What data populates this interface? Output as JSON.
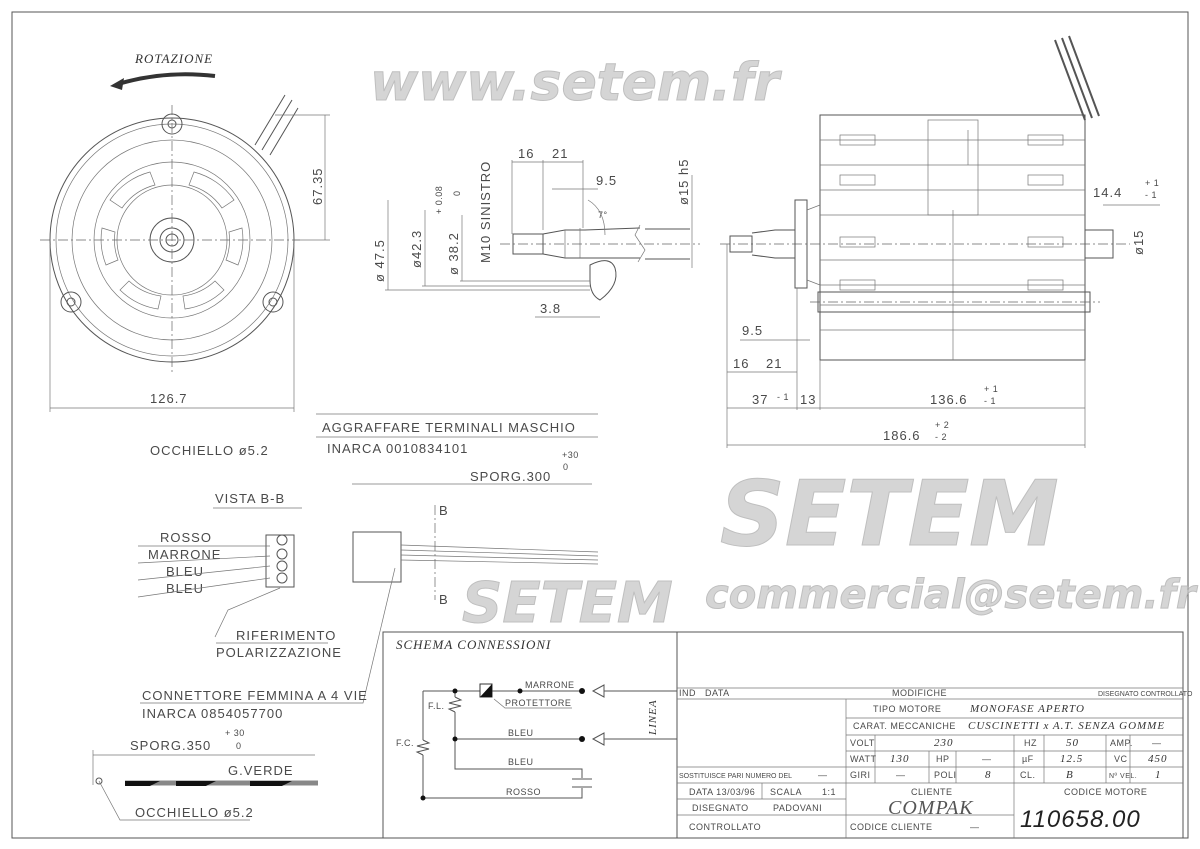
{
  "front_view": {
    "rotation_label": "ROTAZIONE",
    "dim_height": "67.35",
    "dim_width": "126.7",
    "eyelet_label": "OCCHIELLO ø5.2"
  },
  "shaft_detail": {
    "dim_47_5": "ø 47.5",
    "dim_42_3": "ø42.3",
    "dim_38_2": "ø 38.2",
    "tol_38_2_upper": "+ 0.08",
    "tol_38_2_lower": "0",
    "thread": "M10 SINISTRO",
    "dim_16": "16",
    "dim_21": "21",
    "dim_9_5": "9.5",
    "angle": "7°",
    "dim_15h5": "ø15 h5",
    "dim_3_8": "3.8"
  },
  "side_view": {
    "dim_14_4": "14.4",
    "tol_14_4_upper": "+ 1",
    "tol_14_4_lower": "- 1",
    "dim_15": "ø15",
    "dim_9_5": "9.5",
    "dim_16": "16",
    "dim_21": "21",
    "dim_37": "37",
    "tol_37": "- 1",
    "dim_13": "13",
    "dim_136_6": "136.6",
    "tol_136_6_upper": "+ 1",
    "tol_136_6_lower": "- 1",
    "dim_186_6": "186.6",
    "tol_186_6_upper": "+ 2",
    "tol_186_6_lower": "- 2"
  },
  "wiring": {
    "crimp_note": "AGGRAFFARE TERMINALI MASCHIO",
    "crimp_part": "INARCA 0010834101",
    "lead_length": "SPORG.300",
    "lead_tol_upper": "+30",
    "lead_tol_lower": "0",
    "section_label": "VISTA B-B",
    "section_mark": "B",
    "wires": [
      "ROSSO",
      "MARRONE",
      "BLEU",
      "BLEU"
    ],
    "polarization": [
      "RIFERIMENTO",
      "POLARIZZAZIONE"
    ],
    "connector": "CONNETTORE FEMMINA A 4 VIE",
    "connector_part": "INARCA 0854057700",
    "ground_length": "SPORG.350",
    "ground_tol_upper": "+ 30",
    "ground_tol_lower": "0",
    "ground_wire": "G.VERDE",
    "ground_eyelet": "OCCHIELLO ø5.2"
  },
  "schema": {
    "title": "SCHEMA CONNESSIONI",
    "marrone": "MARRONE",
    "protettore": "PROTETTORE",
    "bleu1": "BLEU",
    "bleu2": "BLEU",
    "rosso": "ROSSO",
    "fl": "F.L.",
    "fc": "F.C.",
    "linea": "LINEA"
  },
  "title_block": {
    "ind": "IND",
    "data_col": "DATA",
    "modifiche": "MODIFICHE",
    "disegnato_controllato": "DISEGNATO  CONTROLLATO",
    "tipo_motore_label": "TIPO MOTORE",
    "tipo_motore": "MONOFASE  APERTO",
    "carat_label": "CARAT. MECCANICHE",
    "carat": "CUSCINETTI x A.T. SENZA GOMME",
    "volt_label": "VOLT",
    "volt": "230",
    "hz_label": "HZ",
    "hz": "50",
    "amp_label": "AMP.",
    "amp": "—",
    "watt_label": "WATT",
    "watt": "130",
    "hp_label": "HP",
    "hp": "—",
    "uf_label": "µF",
    "uf": "12.5",
    "vc_label": "VC",
    "vc": "450",
    "giri_label": "GIRI",
    "giri": "—",
    "poli_label": "POLI",
    "poli": "8",
    "cl_label": "CL.",
    "cl": "B",
    "nvel_label": "Nº VEL.",
    "nvel": "1",
    "sostituisce": "SOSTITUISCE PARI NUMERO DEL",
    "sostituisce_val": "—",
    "data": "DATA 13/03/96",
    "scala_label": "SCALA",
    "scala": "1:1",
    "disegnato_label": "DISEGNATO",
    "disegnato": "PADOVANI",
    "controllato_label": "CONTROLLATO",
    "cliente_label": "CLIENTE",
    "cliente": "COMPAK",
    "codice_cliente_label": "CODICE CLIENTE",
    "codice_cliente": "—",
    "codice_motore_label": "CODICE MOTORE",
    "codice_motore": "110658.00"
  },
  "watermark": {
    "url": "www.setem.fr",
    "brand": "SETEM",
    "email": "commercial@setem.fr"
  }
}
